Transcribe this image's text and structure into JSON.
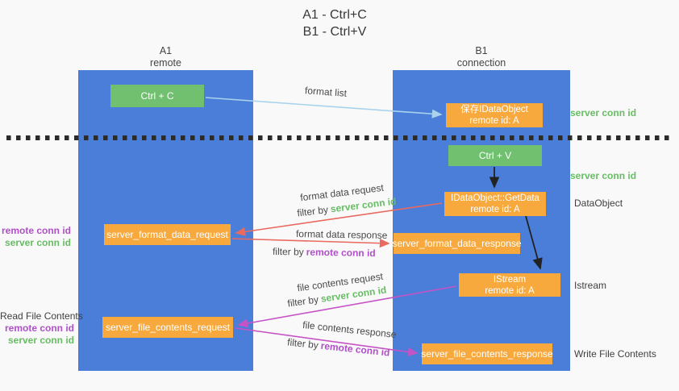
{
  "title": {
    "line1": "A1 - Ctrl+C",
    "line2": "B1 - Ctrl+V"
  },
  "columns": {
    "a1": {
      "label": "A1",
      "sublabel": "remote"
    },
    "b1": {
      "label": "B1",
      "sublabel": "connection"
    }
  },
  "nodes": {
    "ctrl_c": {
      "label": "Ctrl + C"
    },
    "ctrl_v": {
      "label": "Ctrl + V"
    },
    "save_idataobject": {
      "line1": "保存IDataObject",
      "line2": "remote id: A"
    },
    "getdata": {
      "line1": "IDataObject::GetData",
      "line2": "remote id: A"
    },
    "istream": {
      "line1": "IStream",
      "line2": "remote id: A"
    },
    "format_request": {
      "label": "server_format_data_request"
    },
    "format_response": {
      "label": "server_format_data_response"
    },
    "file_request": {
      "label": "server_file_contents_request"
    },
    "file_response": {
      "label": "server_file_contents_response"
    }
  },
  "side_labels": {
    "server_conn_id": "server conn id",
    "remote_conn_id": "remote conn id",
    "data_object": "DataObject",
    "istream": "Istream",
    "read_file": "Read File Contents",
    "write_file": "Write File Contents"
  },
  "arrow_labels": {
    "format_list": "format list",
    "format_data_request": "format data request",
    "format_data_response": "format data response",
    "file_contents_request": "file contents request",
    "file_contents_response": "file contents response",
    "filter_by": "filter by"
  },
  "colors": {
    "column_blue": "#4a7ed8",
    "box_green": "#71c06f",
    "box_orange": "#f7a93e",
    "arrow_lightblue": "#a9d3ec",
    "arrow_red": "#e96a5f",
    "arrow_magenta": "#c653c6",
    "arrow_black": "#2b2b2b",
    "text_green": "#67bd63",
    "text_purple": "#b050c8"
  }
}
